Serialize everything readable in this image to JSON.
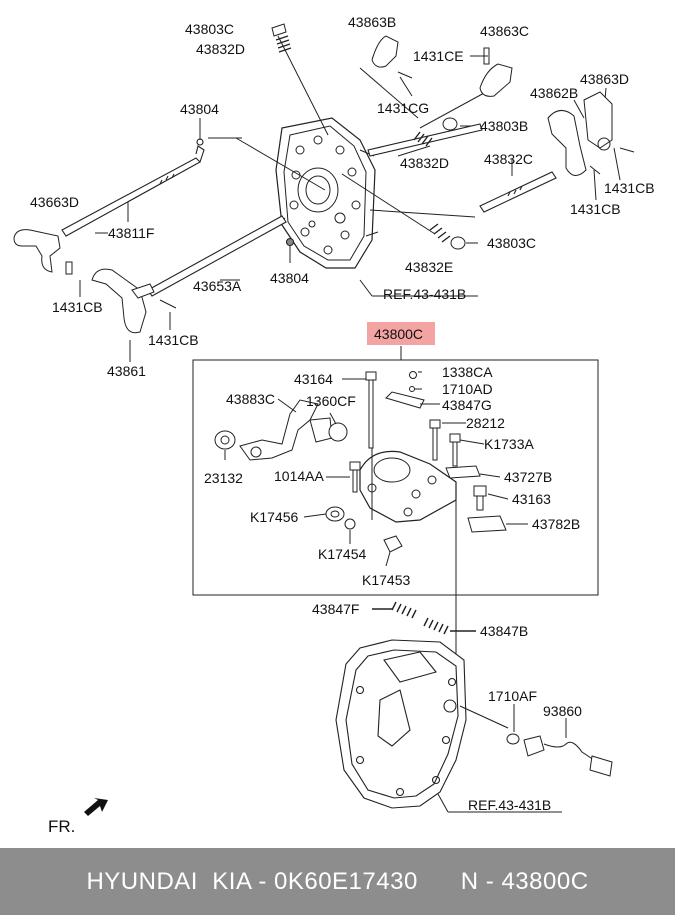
{
  "diagram": {
    "labels": {
      "p43803c": "43803C",
      "p43832d_top": "43832D",
      "p43863b": "43863B",
      "p43863c": "43863C",
      "p1431ce": "1431CE",
      "p1431cg": "1431CG",
      "p43863d": "43863D",
      "p43862b": "43862B",
      "p43804_top": "43804",
      "p43803b": "43803B",
      "p43832d_mid": "43832D",
      "p43832c": "43832C",
      "p1431cb_r1": "1431CB",
      "p1431cb_r2": "1431CB",
      "p43663d": "43663D",
      "p43811f": "43811F",
      "p1431cb_l1": "1431CB",
      "p43653a": "43653A",
      "p43804_mid": "43804",
      "p43832e": "43832E",
      "p43803c_mid": "43803C",
      "ref1": "REF.43-431B",
      "p1431cb_l2": "1431CB",
      "p43861": "43861",
      "p43800c": "43800C",
      "p43164": "43164",
      "p1338ca": "1338CA",
      "p1710ad": "1710AD",
      "p43847g": "43847G",
      "p43883c": "43883C",
      "p1360cf": "1360CF",
      "p28212": "28212",
      "pk1733a": "K1733A",
      "p23132": "23132",
      "p1014aa": "1014AA",
      "p43727b": "43727B",
      "p43163": "43163",
      "pk17456": "K17456",
      "p43782b": "43782B",
      "pk17454": "K17454",
      "pk17453": "K17453",
      "p43847f": "43847F",
      "p43847b": "43847B",
      "p1710af": "1710AF",
      "p93860": "93860",
      "ref2": "REF.43-431B",
      "fr": "FR."
    },
    "highlight_color": "#f4a3a3",
    "line_color": "#222222"
  },
  "footer": {
    "text": "HYUNDAI  KIA - 0K60E17430      N - 43800C",
    "background": "#8d8d8d",
    "color": "#ffffff"
  }
}
